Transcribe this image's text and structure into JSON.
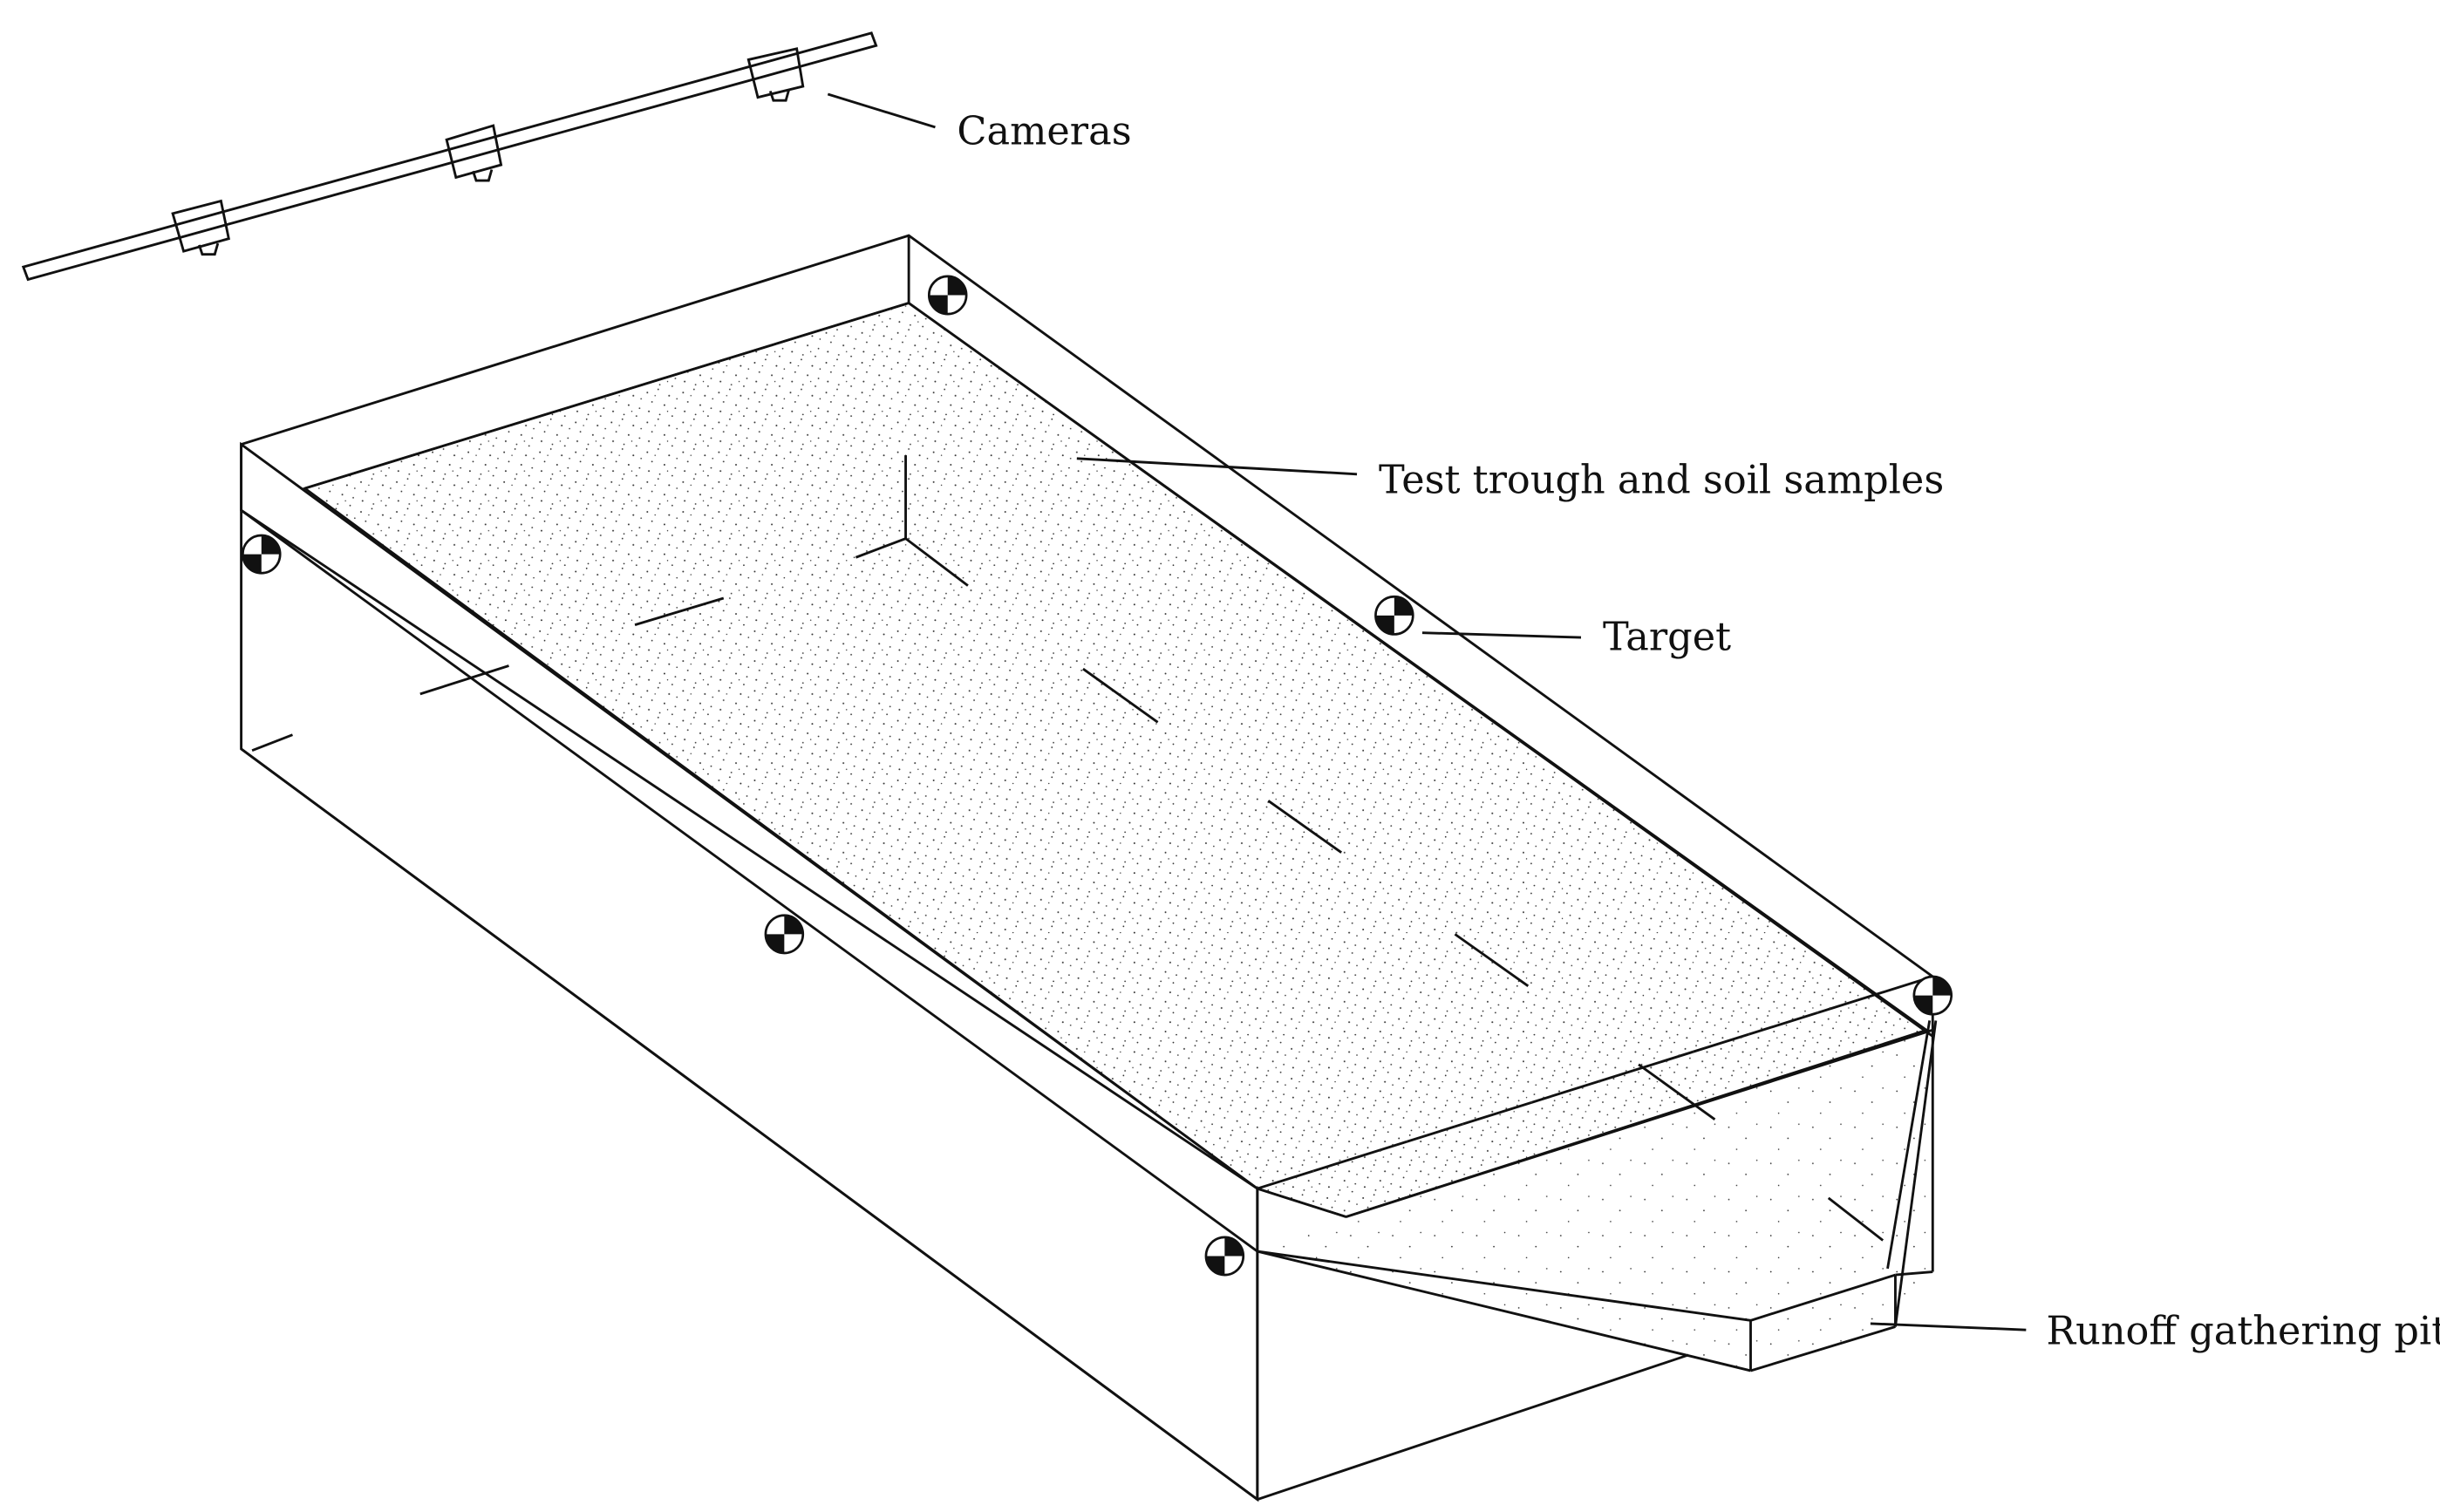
{
  "labels": {
    "cameras": "Cameras",
    "trough": "Test trough and soil samples",
    "target": "Target",
    "pit": "Runoff gathering pit"
  },
  "colors": {
    "line": "#111111",
    "background": "#ffffff",
    "speckle": "#333333"
  },
  "icons": [
    "camera-icon",
    "target-icon"
  ]
}
